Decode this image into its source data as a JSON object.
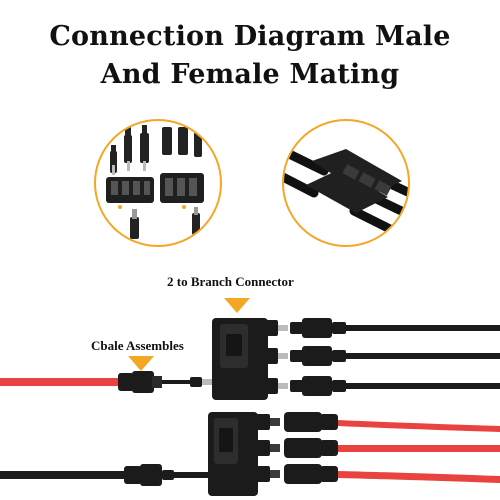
{
  "title": {
    "line1": "Connection Diagram Male",
    "line2": "And Female Mating"
  },
  "labels": {
    "branch_connector": "2 to Branch Connector",
    "cable_assembles": "Cbale Assembles"
  },
  "colors": {
    "accent": "#f5a623",
    "red_cable": "#e8433f",
    "black_cable": "#1b1b1b"
  }
}
